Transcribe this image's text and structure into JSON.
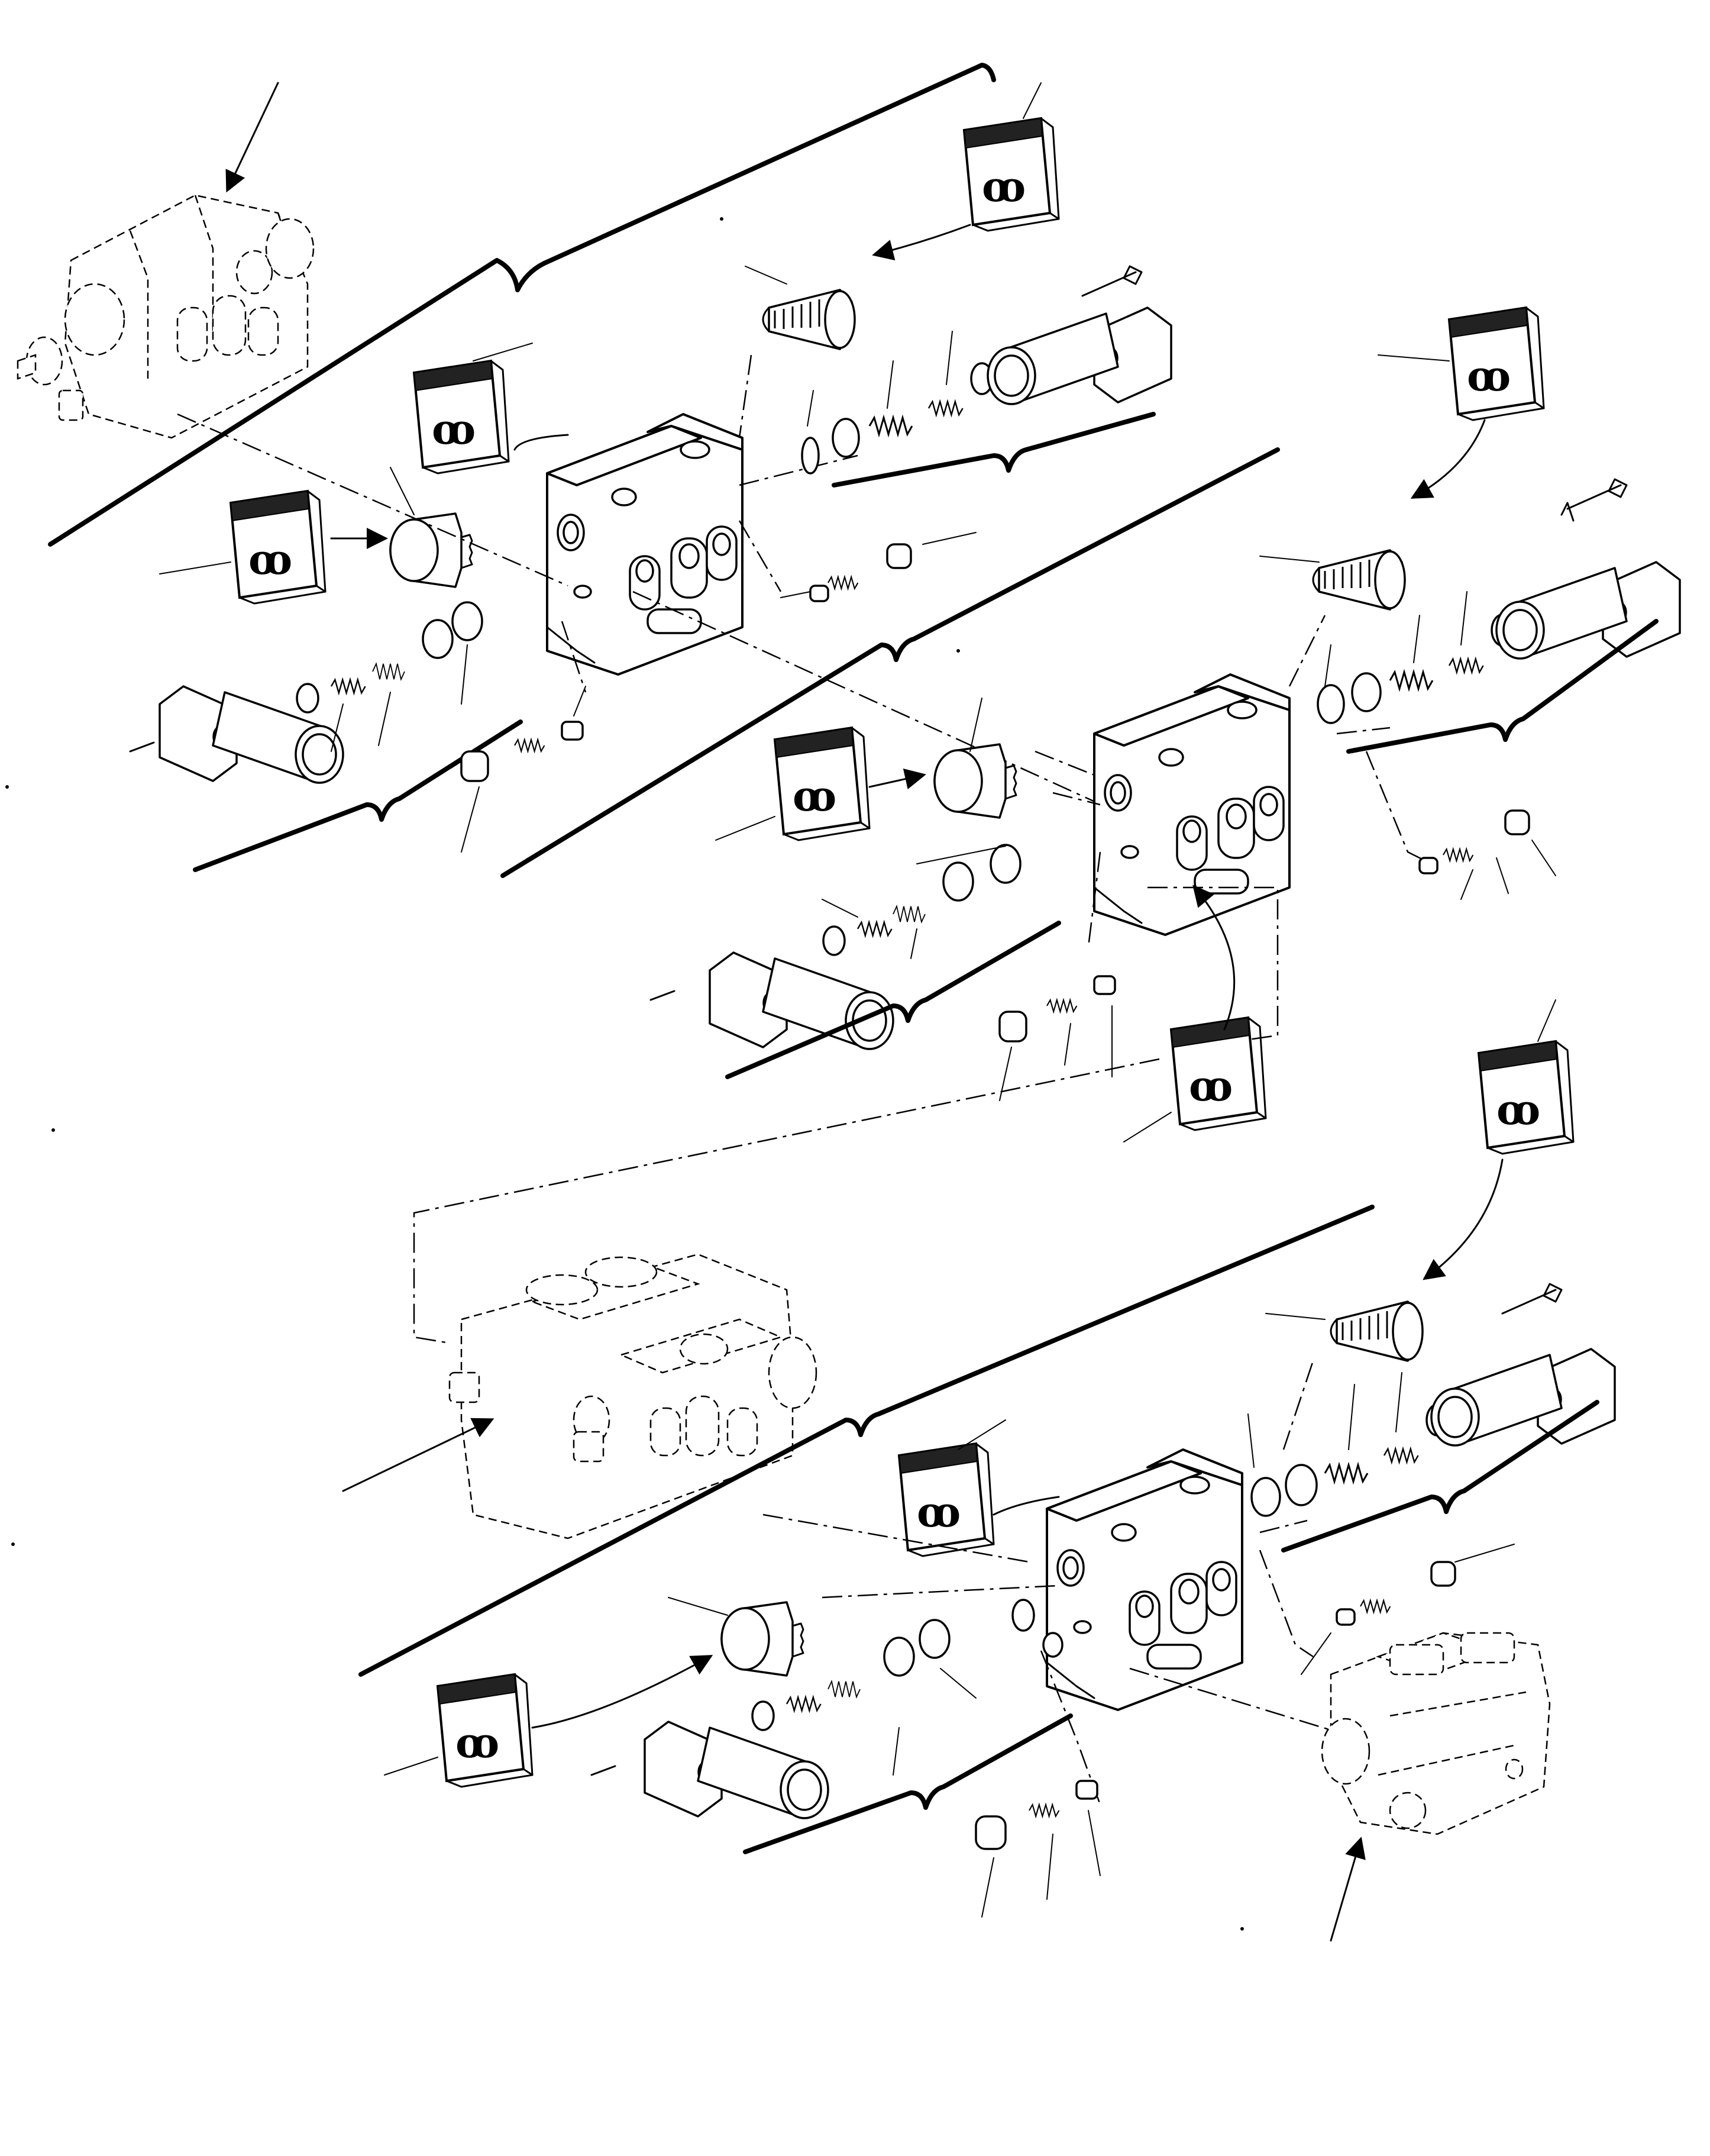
{
  "diagram": {
    "type": "exploded-parts-view",
    "callout_labels": [],
    "reference_tags": [
      {
        "glyph": "ꝏ"
      },
      {
        "glyph": "ꝏ"
      },
      {
        "glyph": "ꝏ"
      },
      {
        "glyph": "ꝏ"
      },
      {
        "glyph": "ꝏ"
      },
      {
        "glyph": "ꝏ"
      },
      {
        "glyph": "ꝏ"
      },
      {
        "glyph": "ꝏ"
      },
      {
        "glyph": "ꝏ"
      }
    ],
    "colors": {
      "ink": "#000000",
      "paper": "#ffffff"
    }
  }
}
